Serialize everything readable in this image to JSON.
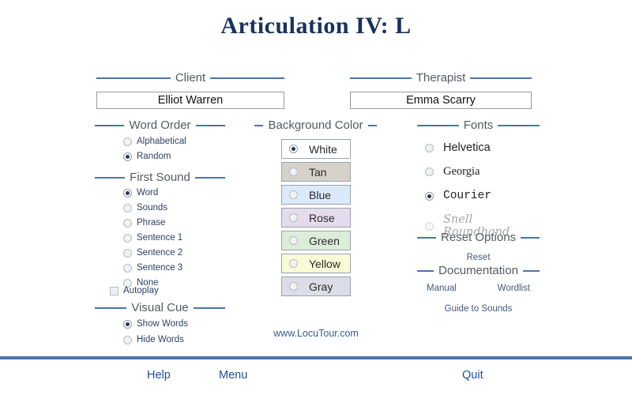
{
  "title": "Articulation IV: L",
  "client": {
    "heading": "Client",
    "value": "Elliot Warren"
  },
  "therapist": {
    "heading": "Therapist",
    "value": "Emma Scarry"
  },
  "word_order": {
    "heading": "Word Order",
    "options": [
      {
        "label": "Alphabetical",
        "selected": false
      },
      {
        "label": "Random",
        "selected": true
      }
    ]
  },
  "first_sound": {
    "heading": "First Sound",
    "options": [
      {
        "label": "Word",
        "selected": true
      },
      {
        "label": "Sounds",
        "selected": false
      },
      {
        "label": "Phrase",
        "selected": false
      },
      {
        "label": "Sentence 1",
        "selected": false
      },
      {
        "label": "Sentence 2",
        "selected": false
      },
      {
        "label": "Sentence 3",
        "selected": false
      },
      {
        "label": "None",
        "selected": false
      }
    ]
  },
  "autoplay": {
    "label": "Autoplay",
    "checked": false
  },
  "visual_cue": {
    "heading": "Visual Cue",
    "options": [
      {
        "label": "Show Words",
        "selected": true
      },
      {
        "label": "Hide Words",
        "selected": false
      }
    ]
  },
  "background_color": {
    "heading": "Background Color",
    "options": [
      {
        "label": "White",
        "fill": "#ffffff",
        "selected": true
      },
      {
        "label": "Tan",
        "fill": "#d6d2ca",
        "selected": false
      },
      {
        "label": "Blue",
        "fill": "#daeaf8",
        "selected": false
      },
      {
        "label": "Rose",
        "fill": "#e4dcee",
        "selected": false
      },
      {
        "label": "Green",
        "fill": "#dcedda",
        "selected": false
      },
      {
        "label": "Yellow",
        "fill": "#fafad6",
        "selected": false
      },
      {
        "label": "Gray",
        "fill": "#dcdde8",
        "selected": false
      }
    ]
  },
  "fonts": {
    "heading": "Fonts",
    "options": [
      {
        "label": "Helvetica",
        "selected": false,
        "disabled": false
      },
      {
        "label": "Georgia",
        "selected": false,
        "disabled": false
      },
      {
        "label": "Courier",
        "selected": true,
        "disabled": false
      },
      {
        "label": "Snell Roundhand",
        "selected": false,
        "disabled": true
      }
    ]
  },
  "reset": {
    "heading": "Reset Options",
    "link": "Reset"
  },
  "documentation": {
    "heading": "Documentation",
    "manual": "Manual",
    "wordlist": "Wordlist",
    "guide": "Guide to Sounds"
  },
  "web_url": "www.LocuTour.com",
  "footer": {
    "help": "Help",
    "menu": "Menu",
    "quit": "Quit"
  },
  "colors": {
    "title": "#17325e",
    "rule": "#4a73ad",
    "link": "#1f4f9c"
  }
}
